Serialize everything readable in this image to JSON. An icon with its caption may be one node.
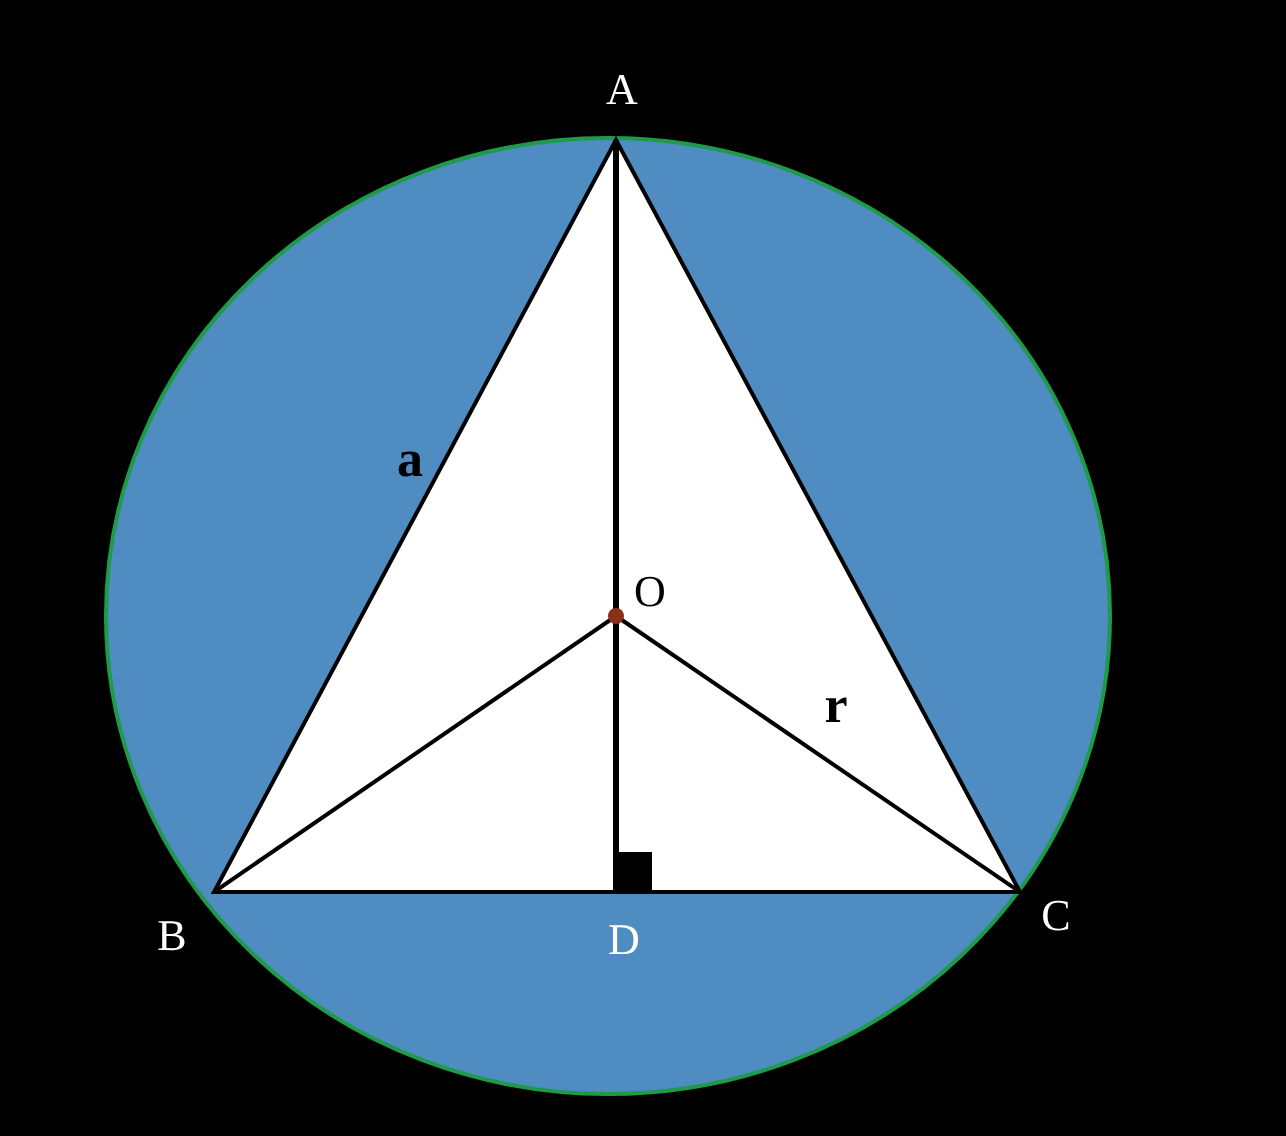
{
  "diagram": {
    "labels": [
      "A",
      "a",
      "O",
      "r",
      "B",
      "D",
      "C"
    ]
  }
}
